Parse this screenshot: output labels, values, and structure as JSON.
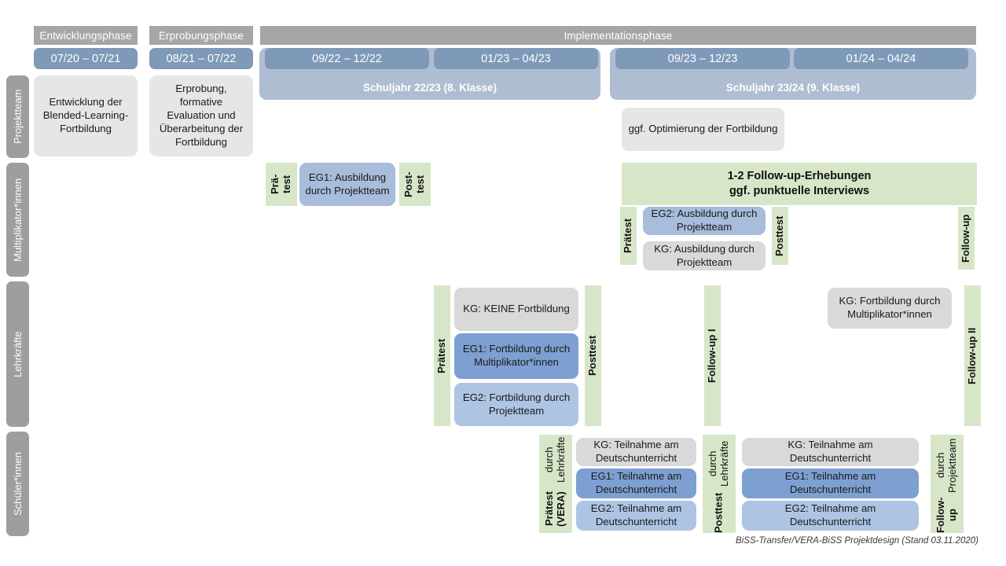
{
  "header": {
    "phases": [
      {
        "label": "Entwicklungsphase"
      },
      {
        "label": "Erprobungsphase"
      },
      {
        "label": "Implementationsphase"
      }
    ],
    "dates": [
      {
        "label": "07/20 – 07/21"
      },
      {
        "label": "08/21 – 07/22"
      },
      {
        "label": "09/22 – 12/22"
      },
      {
        "label": "01/23 – 04/23"
      },
      {
        "label": "09/23 – 12/23"
      },
      {
        "label": "01/24 – 04/24"
      }
    ],
    "years": [
      {
        "label": "Schuljahr 22/23 (8. Klasse)"
      },
      {
        "label": "Schuljahr 23/24 (9. Klasse)"
      }
    ]
  },
  "rows": {
    "projektteam": {
      "label": "Projektteam"
    },
    "multiplikatoren": {
      "label": "Multiplikator*innen"
    },
    "lehrkraefte": {
      "label": "Lehrkräfte"
    },
    "schueler": {
      "label": "Schüler*innen"
    }
  },
  "projektteam": {
    "entwicklung": "Entwicklung der Blended-Learning-Fortbildung",
    "erprobung": "Erprobung, formative Evaluation und Überarbeitung der Fortbildung",
    "optimierung": "ggf. Optimierung der Fortbildung"
  },
  "multiplikatoren": {
    "praetest_1": "Prä-\ntest",
    "eg1": "EG1: Ausbildung durch Projektteam",
    "posttest_1": "Post-\ntest",
    "followup_banner": "1-2 Follow-up-Erhebungen\nggf. punktuelle Interviews",
    "praetest_2": "Prätest",
    "eg2": "EG2: Ausbildung durch Projektteam",
    "kg": "KG: Ausbildung durch Projektteam",
    "posttest_2": "Posttest",
    "followup": "Follow-up"
  },
  "lehrkraefte": {
    "praetest": "Prätest",
    "kg_keine": "KG:  KEINE Fortbildung",
    "eg1": "EG1: Fortbildung durch Multiplikator*innen",
    "eg2": "EG2: Fortbildung durch Projektteam",
    "posttest": "Posttest",
    "followup_1": "Follow-up I",
    "kg_fortbildung": "KG: Fortbildung durch Multiplikator*innen",
    "followup_2": "Follow-up II"
  },
  "schueler": {
    "praetest_main": "Prätest (VERA)",
    "praetest_sub": "durch Lehrkräfte",
    "block1": [
      {
        "label": "KG: Teilnahme am Deutschunterricht",
        "style": "grey"
      },
      {
        "label": "EG1: Teilnahme am Deutschunterricht",
        "style": "blue-dark"
      },
      {
        "label": "EG2: Teilnahme am Deutschunterricht",
        "style": "blue-light"
      }
    ],
    "posttest_main": "Posttest",
    "posttest_sub": "durch Lehrkräfte",
    "block2": [
      {
        "label": "KG: Teilnahme am Deutschunterricht",
        "style": "grey"
      },
      {
        "label": "EG1: Teilnahme am Deutschunterricht",
        "style": "blue-dark"
      },
      {
        "label": "EG2: Teilnahme am Deutschunterricht",
        "style": "blue-light"
      }
    ],
    "followup_main": "Follow-up",
    "followup_sub": "durch Projektteam"
  },
  "footer": {
    "text": "BiSS-Transfer/VERA-BiSS Projektdesign (Stand 03.11.2020)"
  },
  "colors": {
    "grey_header": "#a6a6a6",
    "blue_date": "#7f99b8",
    "blue_band": "#aebdd2",
    "green_strip": "#d7e6c8",
    "card_grey": "#e6e6e6",
    "card_blue_dark": "#7d9fd1",
    "card_blue_light": "#aec4e3"
  }
}
